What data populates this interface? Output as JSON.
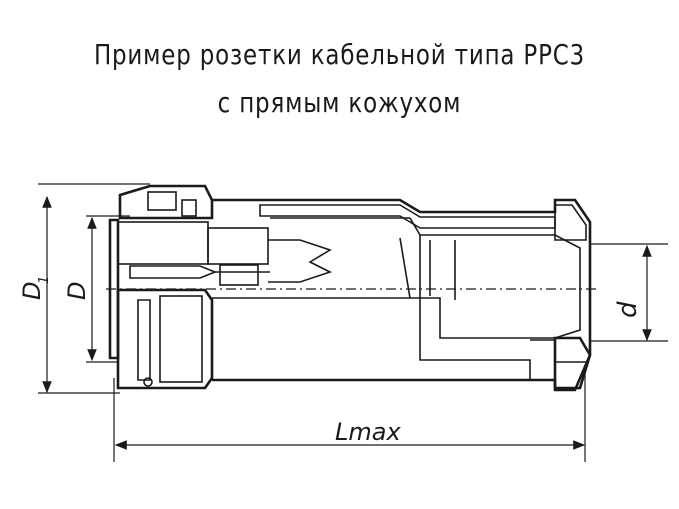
{
  "title": {
    "line1": "Пример розетки кабельной типа РРС3",
    "line2": "с прямым кожухом"
  },
  "dimensions": {
    "d1": "D",
    "d1_sub": "1",
    "d": "D",
    "small_d": "d",
    "length": "Lmax"
  },
  "colors": {
    "ink": "#1a1a1a",
    "background": "#ffffff"
  }
}
